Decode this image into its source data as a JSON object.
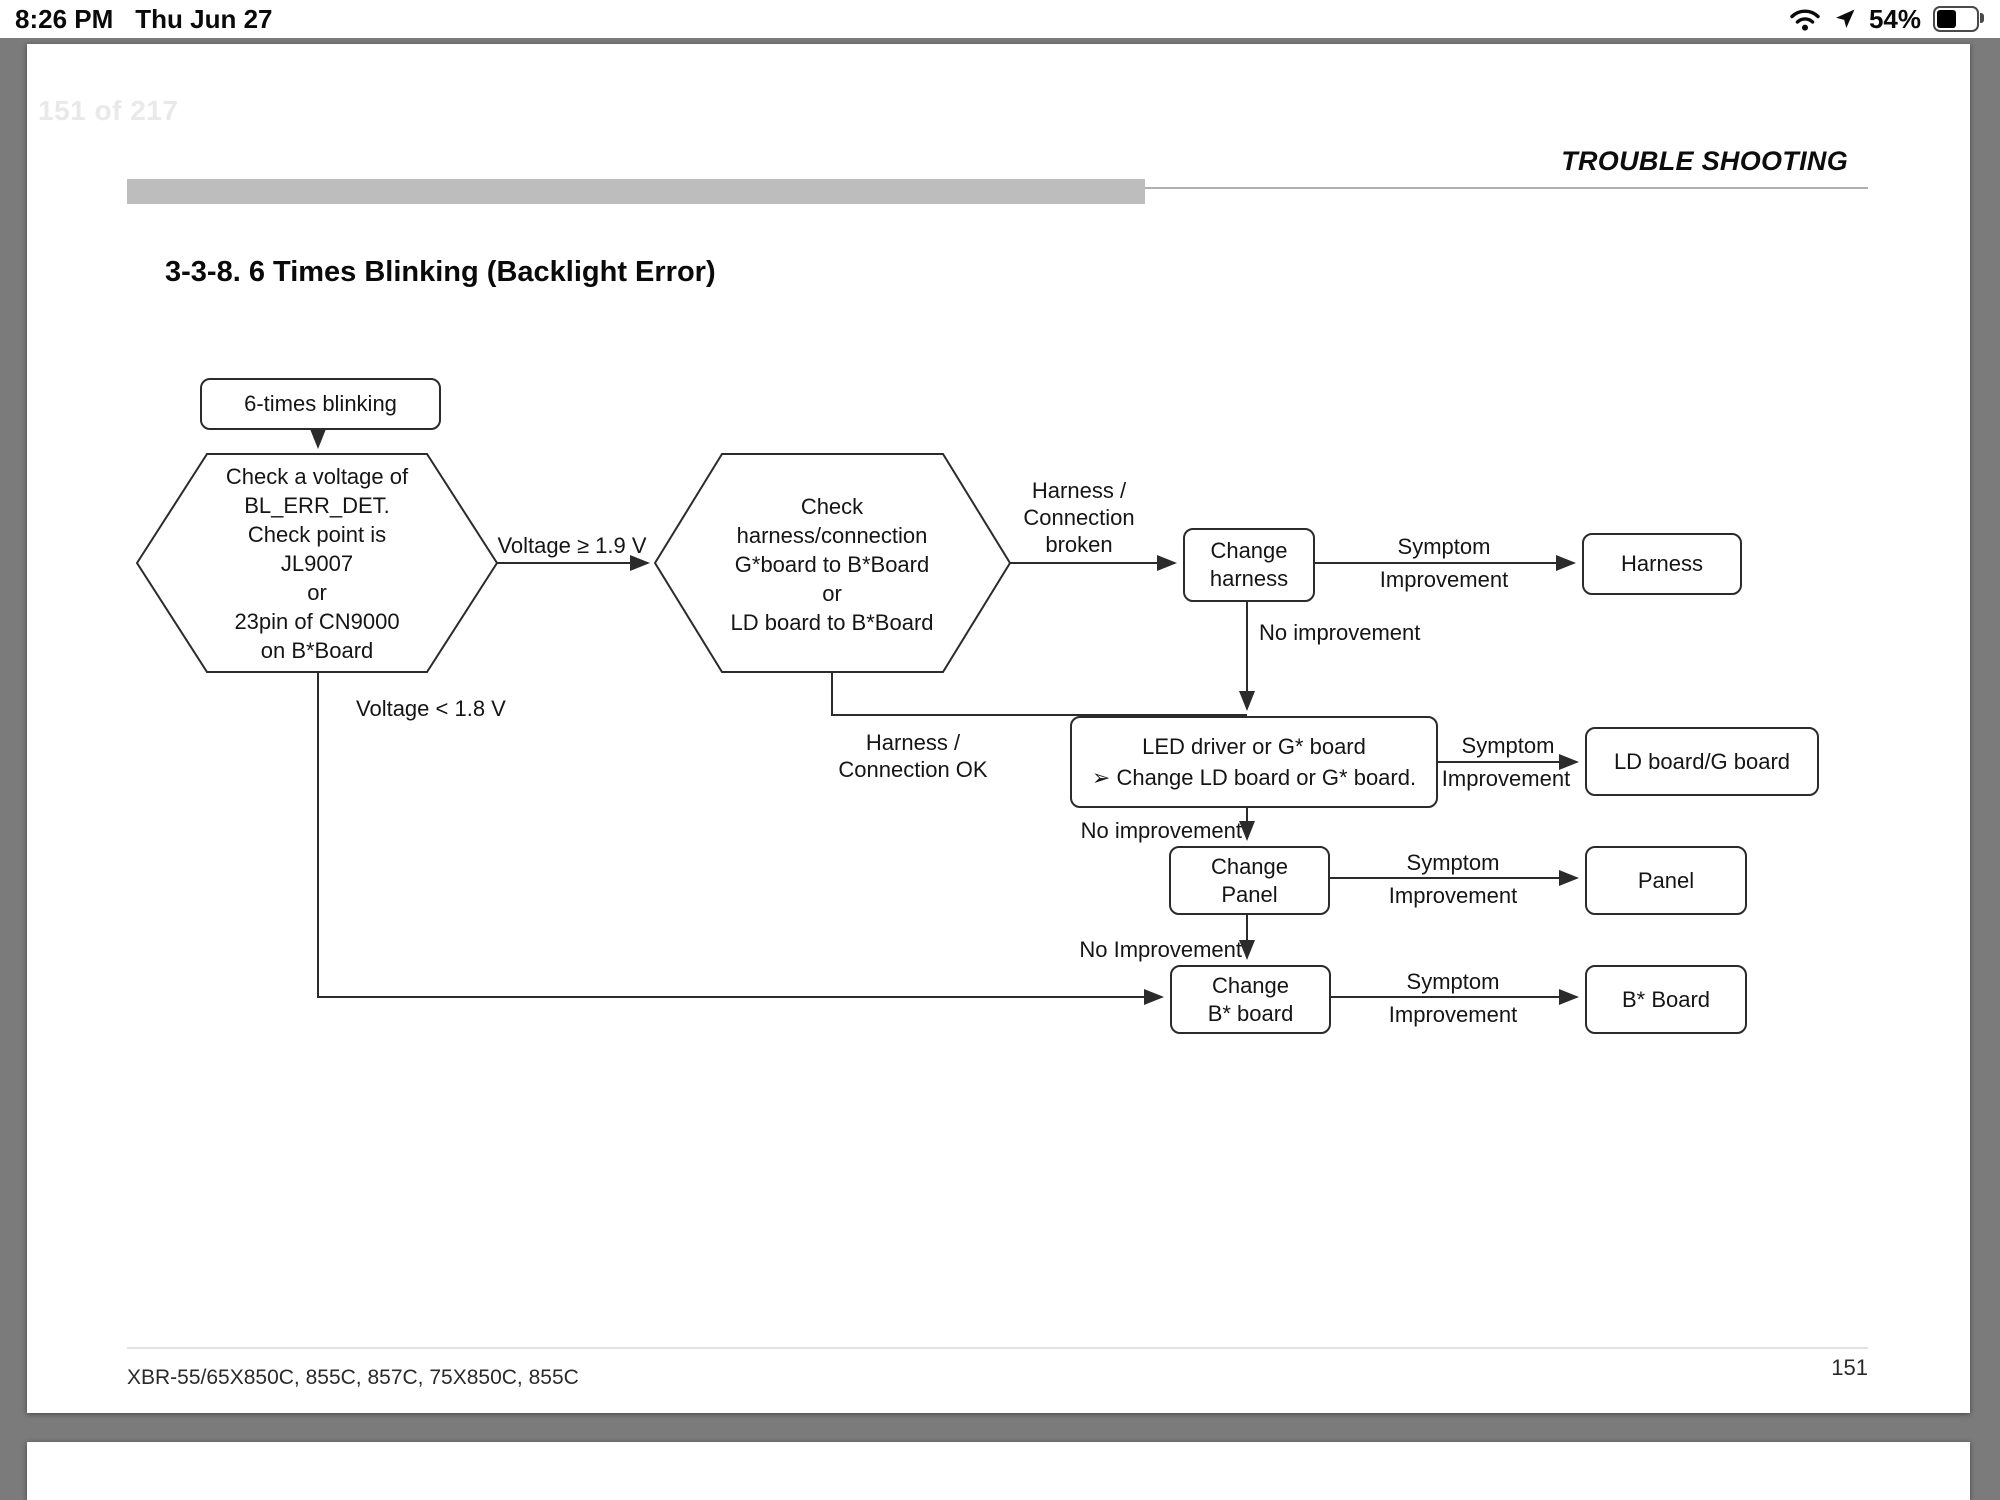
{
  "status_bar": {
    "time": "8:26 PM",
    "date": "Thu Jun 27",
    "battery": "54%"
  },
  "viewer": {
    "page_indicator": "151 of 217"
  },
  "header": {
    "title": "TROUBLE SHOOTING"
  },
  "section": {
    "title": "3-3-8. 6 Times Blinking (Backlight Error)"
  },
  "flowchart": {
    "start": "6-times blinking",
    "decision_voltage": "Check a voltage of\nBL_ERR_DET.\nCheck point is\nJL9007\nor\n23pin of CN9000\non B*Board",
    "decision_harness": "Check\nharness/connection\nG*board to B*Board\nor\nLD board to B*Board",
    "labels": {
      "voltage_high": "Voltage ≥ 1.9 V",
      "voltage_low": "Voltage < 1.8 V",
      "harness_broken": "Harness /\nConnection\nbroken",
      "harness_ok": "Harness /\nConnection OK",
      "symptom": "Symptom",
      "improvement": "Improvement",
      "no_improvement": "No improvement",
      "no_improvement_cap": "No Improvement"
    },
    "boxes": {
      "change_harness": "Change\nharness",
      "harness": "Harness",
      "led_driver": "LED driver or G* board\n➢ Change LD board or G* board.",
      "ld_board": "LD board/G board",
      "change_panel": "Change\nPanel",
      "panel": "Panel",
      "change_b_board": "Change\nB* board",
      "b_board": "B* Board"
    }
  },
  "footer": {
    "models": "XBR-55/65X850C, 855C, 857C, 75X850C, 855C",
    "page_number": "151"
  }
}
